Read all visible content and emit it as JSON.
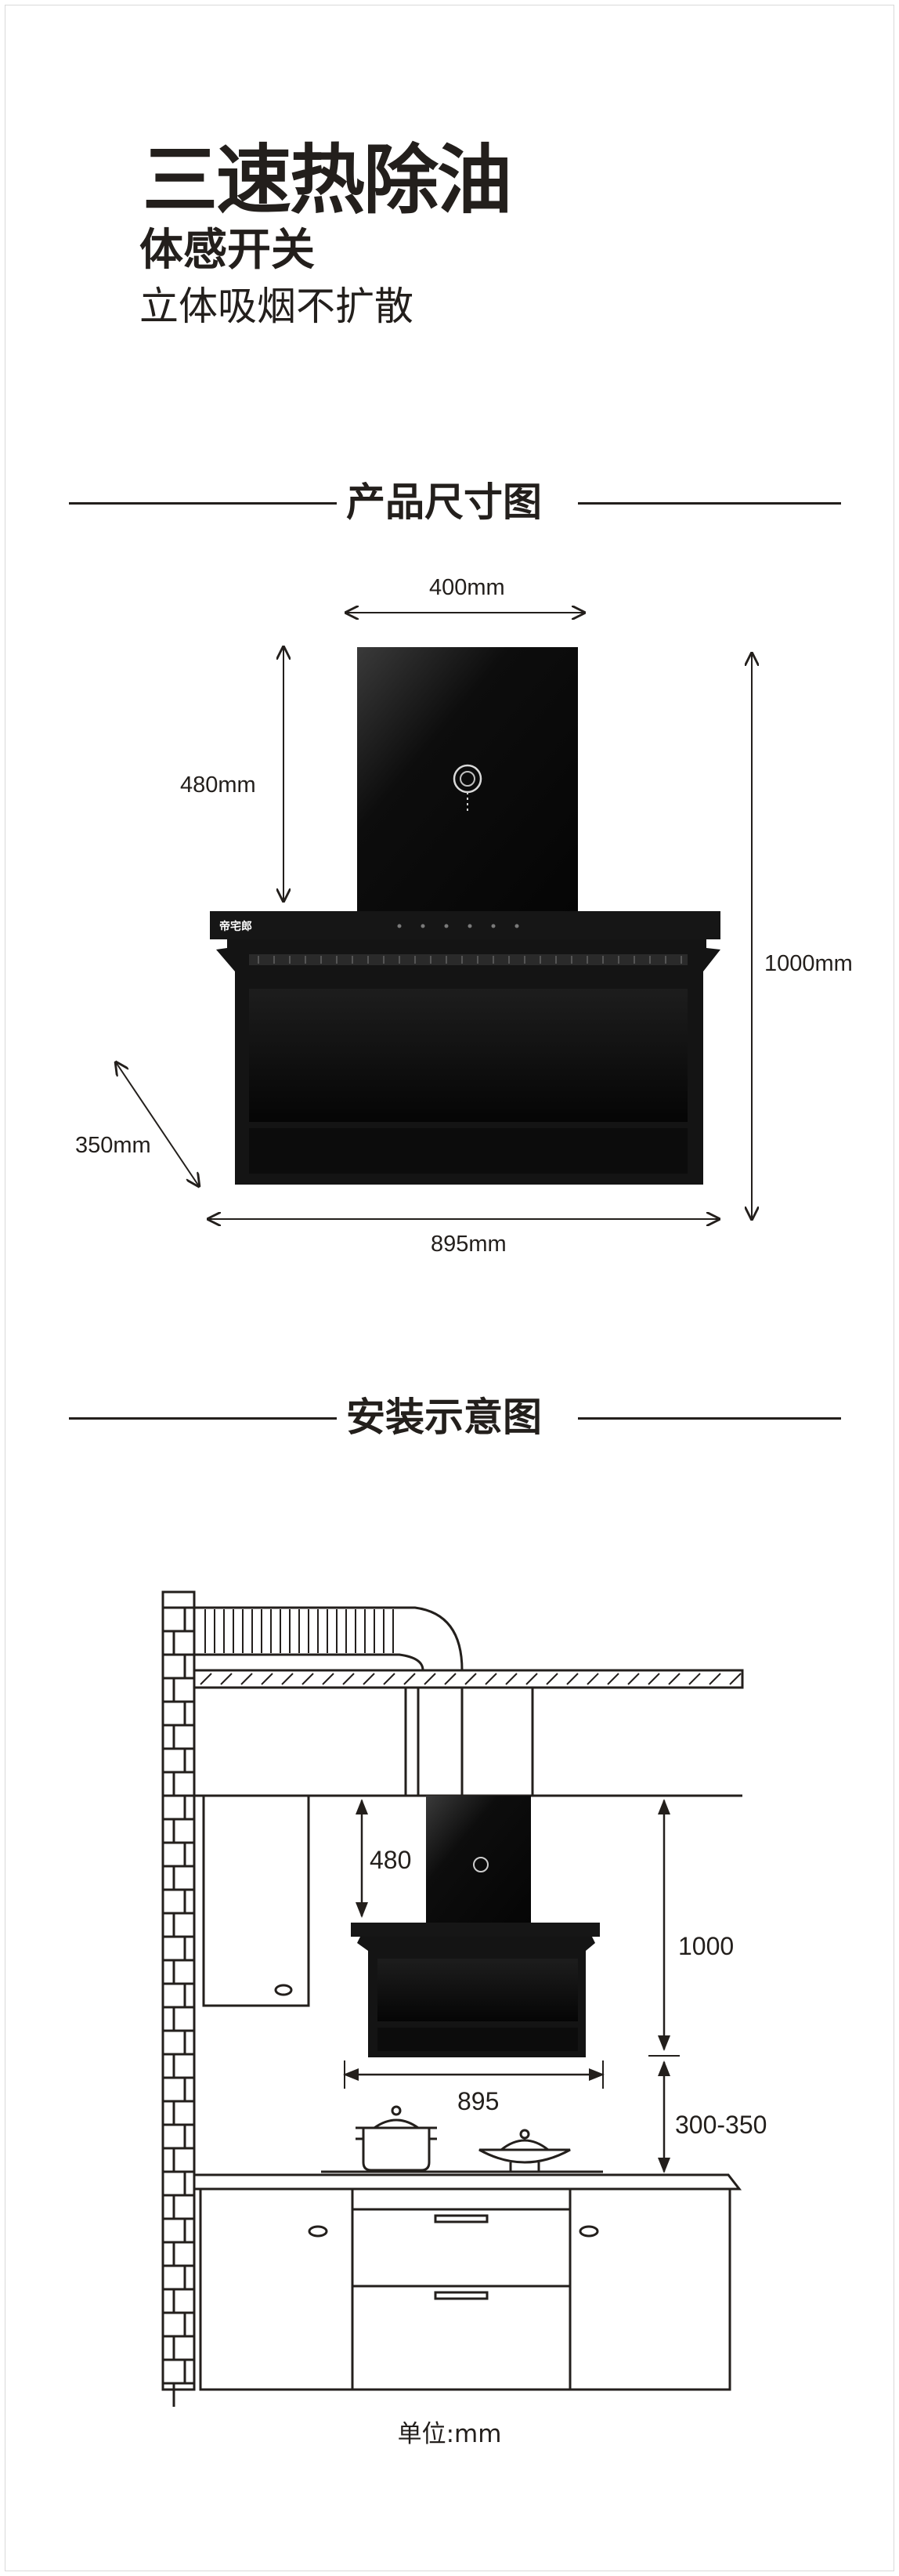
{
  "header": {
    "headline": "三速热除油",
    "subhead": "体感开关",
    "tagline": "立体吸烟不扩散"
  },
  "dimensions_section": {
    "title": "产品尺寸图",
    "width_top": "400mm",
    "height_chimney": "480mm",
    "height_total": "1000mm",
    "depth": "350mm",
    "width_bottom": "895mm",
    "brand_mark": "帝宅郎"
  },
  "installation_section": {
    "title": "安装示意图",
    "height_chimney": "480",
    "height_total": "1000",
    "width": "895",
    "clearance": "300-350",
    "unit": "单位:mm"
  },
  "colors": {
    "ink": "#231f1c",
    "panel": "#0a0a0a",
    "hood_body": "#141414"
  }
}
